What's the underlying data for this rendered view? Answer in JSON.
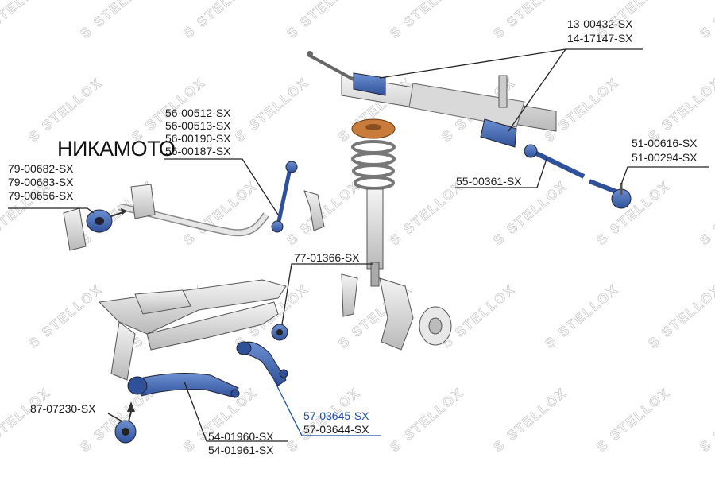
{
  "watermark": {
    "text": "STELLOX"
  },
  "overlay_text": "НИКАМОТО",
  "labels": {
    "tie_rod_boot_a": "13-00432-SX",
    "tie_rod_boot_b": "14-17147-SX",
    "tie_rod_end_a": "51-00616-SX",
    "tie_rod_end_b": "51-00294-SX",
    "inner_tie_rod": "55-00361-SX",
    "stab_link_a": "56-00512-SX",
    "stab_link_b": "56-00513-SX",
    "stab_link_c": "56-00190-SX",
    "stab_link_d": "56-00187-SX",
    "stab_bush_a": "79-00682-SX",
    "stab_bush_b": "79-00683-SX",
    "stab_bush_c": "79-00656-SX",
    "strut_bush": "77-01366-SX",
    "tension_arm_a": "57-03645-SX",
    "tension_arm_b": "57-03644-SX",
    "arm_bush": "87-07230-SX",
    "lower_arm_a": "54-01960-SX",
    "lower_arm_b": "54-01961-SX"
  },
  "colors": {
    "part_blue": "#3f68b4",
    "hub_orange": "#c87b3a",
    "line": "#222222",
    "highlight_label": "#1f4ea8"
  }
}
